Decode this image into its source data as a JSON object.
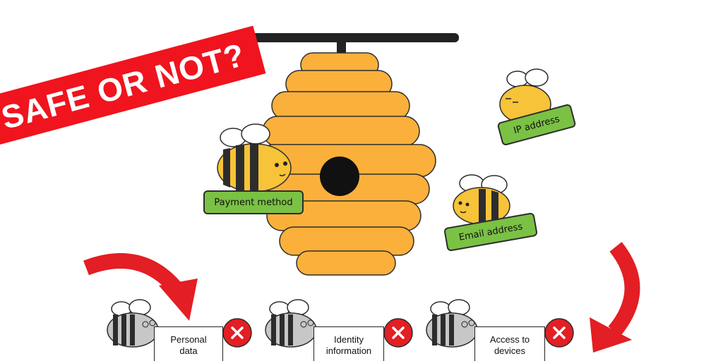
{
  "banner": {
    "text": "SAFE OR NOT?"
  },
  "tags": {
    "payment": "Payment method",
    "ip": "IP address",
    "email": "Email address"
  },
  "risks": [
    {
      "label": "Personal\ndata"
    },
    {
      "label": "Identity\ninformation"
    },
    {
      "label": "Access to\ndevices"
    }
  ],
  "colors": {
    "hive": "#fbb03b",
    "bee_body": "#f7c338",
    "tag_green": "#7ac144",
    "alert_red": "#e31e24",
    "sick_bee_gray": "#c7c7c7"
  }
}
